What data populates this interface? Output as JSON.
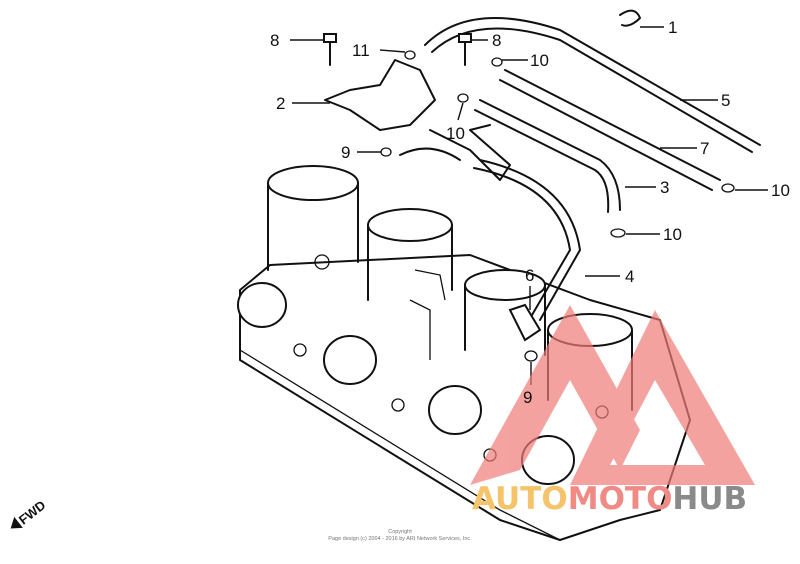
{
  "callouts": [
    {
      "label": "1"
    },
    {
      "label": "8"
    },
    {
      "label": "11"
    },
    {
      "label": "8"
    },
    {
      "label": "10"
    },
    {
      "label": "2"
    },
    {
      "label": "5"
    },
    {
      "label": "10"
    },
    {
      "label": "7"
    },
    {
      "label": "9"
    },
    {
      "label": "3"
    },
    {
      "label": "10"
    },
    {
      "label": "10"
    },
    {
      "label": "6"
    },
    {
      "label": "4"
    },
    {
      "label": "9"
    }
  ],
  "direction_label": "FWD",
  "copyright": {
    "line1": "Copyright",
    "line2": "Page design (c) 2004 - 2016 by ARI Network Services, Inc."
  },
  "watermark": {
    "part1": "AUTO",
    "part2": "MOTO",
    "part3": "HUB",
    "colors": {
      "auto": "#f5c46a",
      "moto": "#f08a84",
      "hub": "#8a8a8a",
      "triangle": "#f07c78"
    }
  }
}
